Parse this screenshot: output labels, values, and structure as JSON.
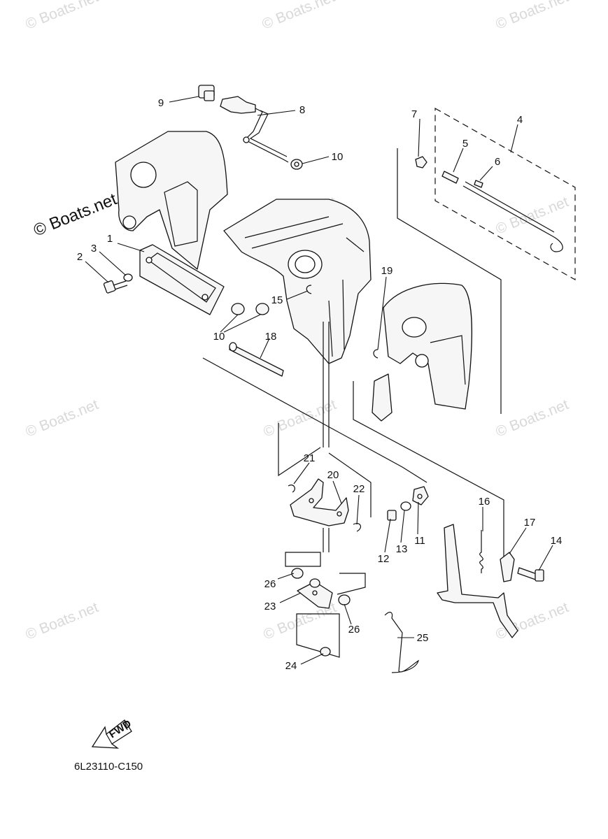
{
  "watermark": "© Boats.net",
  "diagram_code": "6L23110-C150",
  "fwd_label": "FWD",
  "callouts": {
    "c1": "1",
    "c2": "2",
    "c3": "3",
    "c4": "4",
    "c5": "5",
    "c6": "6",
    "c7": "7",
    "c8": "8",
    "c9": "9",
    "c10a": "10",
    "c10b": "10",
    "c11": "11",
    "c12": "12",
    "c13": "13",
    "c14": "14",
    "c15": "15",
    "c16": "16",
    "c17": "17",
    "c18": "18",
    "c19": "19",
    "c20": "20",
    "c21": "21",
    "c22": "22",
    "c23": "23",
    "c24": "24",
    "c25": "25",
    "c26a": "26",
    "c26b": "26"
  }
}
